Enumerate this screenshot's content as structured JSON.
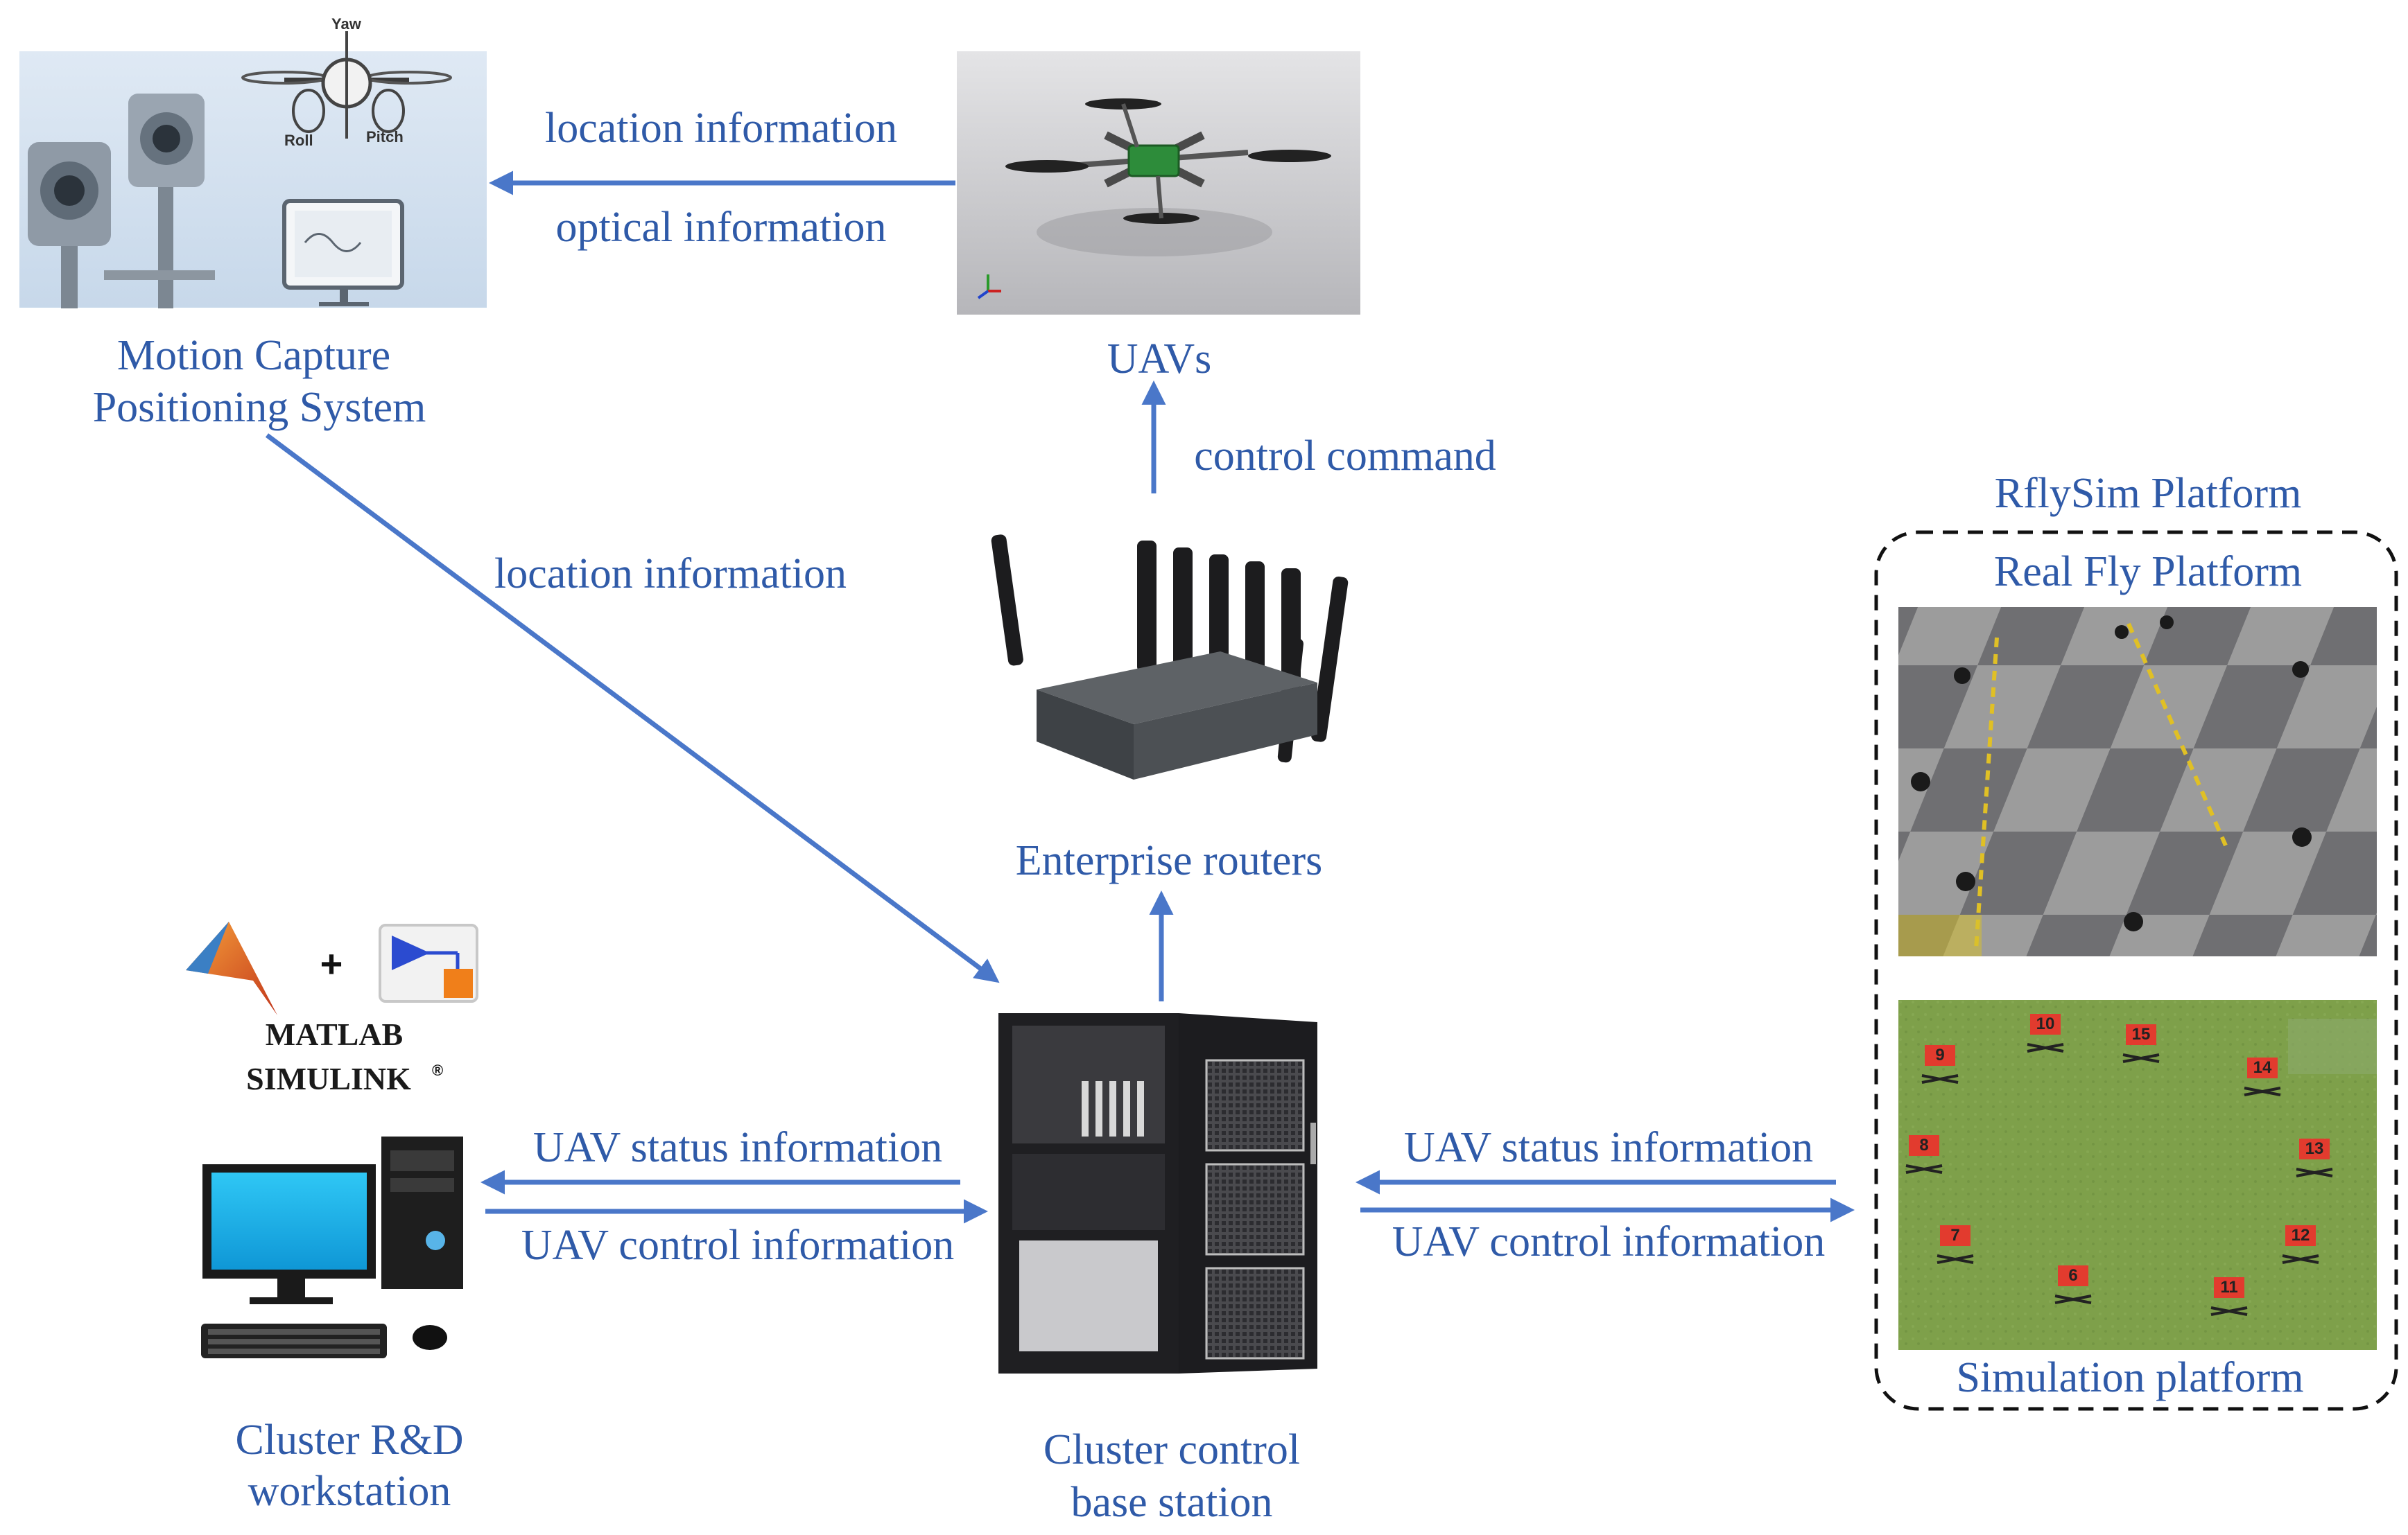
{
  "colors": {
    "accent": "#4a77c9",
    "label": "#2f5aa8"
  },
  "mocap": {
    "title_line1": "Motion Capture",
    "title_line2": "Positioning System",
    "axis_yaw": "Yaw",
    "axis_roll": "Roll",
    "axis_pitch": "Pitch"
  },
  "uav": {
    "title": "UAVs"
  },
  "router": {
    "title": "Enterprise routers"
  },
  "base_station": {
    "title_line1": "Cluster control",
    "title_line2": "base station"
  },
  "workstation": {
    "title_line1": "Cluster R&D",
    "title_line2": "workstation",
    "matlab": "MATLAB",
    "simulink": "SIMULINK",
    "registered": "®",
    "plus": "+"
  },
  "platform": {
    "title": "RflySim Platform",
    "real_fly": "Real Fly Platform",
    "simulation": "Simulation platform",
    "sim_drone_ids": [
      "10",
      "15",
      "9",
      "14",
      "8",
      "13",
      "7",
      "12",
      "6",
      "11"
    ]
  },
  "arrows": {
    "location_info_top": "location information",
    "optical_info": "optical information",
    "control_command": "control command",
    "location_info_diag": "location information",
    "status_left": "UAV status information",
    "control_left": "UAV control information",
    "status_right": "UAV status information",
    "control_right": "UAV control information"
  }
}
